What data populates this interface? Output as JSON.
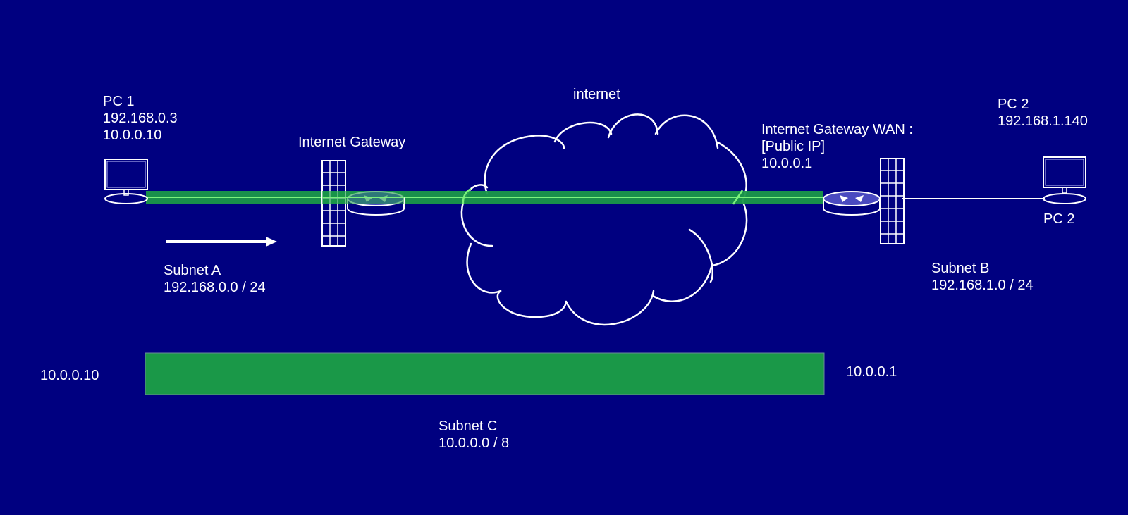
{
  "colors": {
    "background": "#000080",
    "foreground": "#ffffff",
    "tunnel_fill": "#1a9848",
    "tunnel_core": "#7cf27c"
  },
  "pc1": {
    "name": "PC 1",
    "ip_lan": "192.168.0.3",
    "ip_tunnel": "10.0.0.10",
    "icon": "computer-icon"
  },
  "gateway_a": {
    "label": "Internet Gateway",
    "icons": [
      "firewall-icon",
      "router-icon"
    ]
  },
  "internet": {
    "label": "internet",
    "icon": "cloud-icon"
  },
  "gateway_b": {
    "line1": "Internet Gateway WAN :",
    "line2": "[Public IP]",
    "line3": "10.0.0.1",
    "icons": [
      "router-icon",
      "firewall-icon"
    ]
  },
  "pc2": {
    "name": "PC 2",
    "ip_lan": "192.168.1.140",
    "caption": "PC 2",
    "icon": "computer-icon"
  },
  "subnet_a": {
    "name": "Subnet A",
    "cidr": "192.168.0.0 / 24",
    "arrow": "arrow-right-icon"
  },
  "subnet_b": {
    "name": "Subnet B",
    "cidr": "192.168.1.0 / 24"
  },
  "tunnel_legend": {
    "left_ip": "10.0.0.10",
    "right_ip": "10.0.0.1"
  },
  "subnet_c": {
    "name": "Subnet C",
    "cidr": "10.0.0.0 / 8"
  }
}
